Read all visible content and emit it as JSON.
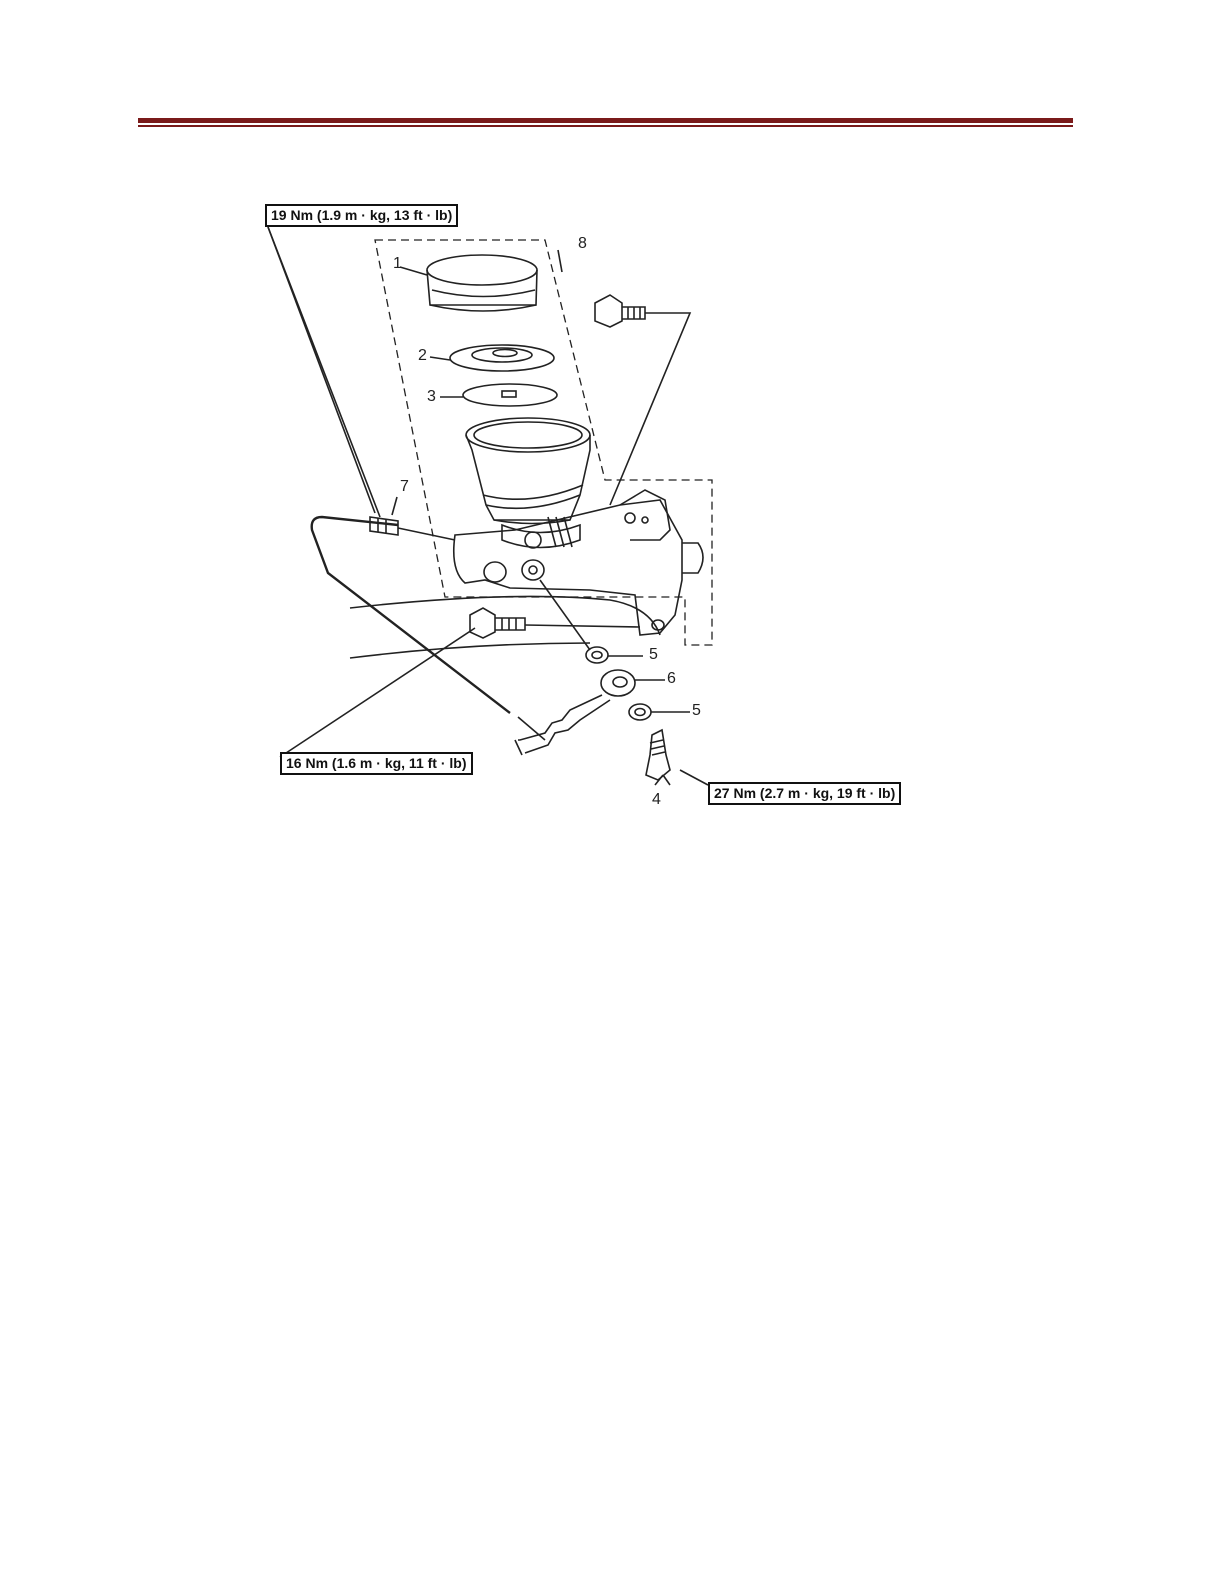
{
  "page": {
    "accent_color": "#7a1a1a"
  },
  "diagram": {
    "torque_specs": {
      "top_left": "19 Nm (1.9 m · kg, 13 ft · lb)",
      "bottom_left": "16 Nm (1.6 m · kg, 11 ft · lb)",
      "bottom_right": "27 Nm (2.7 m · kg, 19 ft · lb)"
    },
    "callouts": {
      "c1": "1",
      "c2": "2",
      "c3": "3",
      "c4": "4",
      "c5a": "5",
      "c5b": "5",
      "c6": "6",
      "c7": "7",
      "c8": "8"
    }
  }
}
